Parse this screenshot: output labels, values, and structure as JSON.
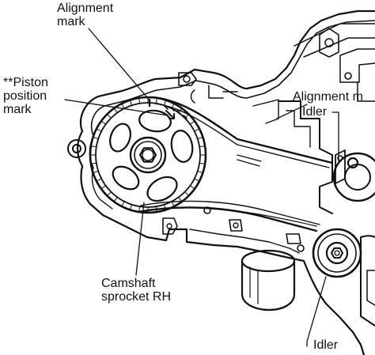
{
  "labels": {
    "alignment_mark_top": [
      "Alignment",
      "mark"
    ],
    "piston_position_mark": [
      "**Piston",
      "position",
      "mark"
    ],
    "alignment_mark_right": "Alignment m",
    "idler_upper": "Idler",
    "camshaft_sprocket": [
      "Camshaft",
      "sprocket  RH"
    ],
    "idler_lower": "Idler"
  },
  "colors": {
    "ink": "#111111",
    "background": "#ffffff"
  }
}
